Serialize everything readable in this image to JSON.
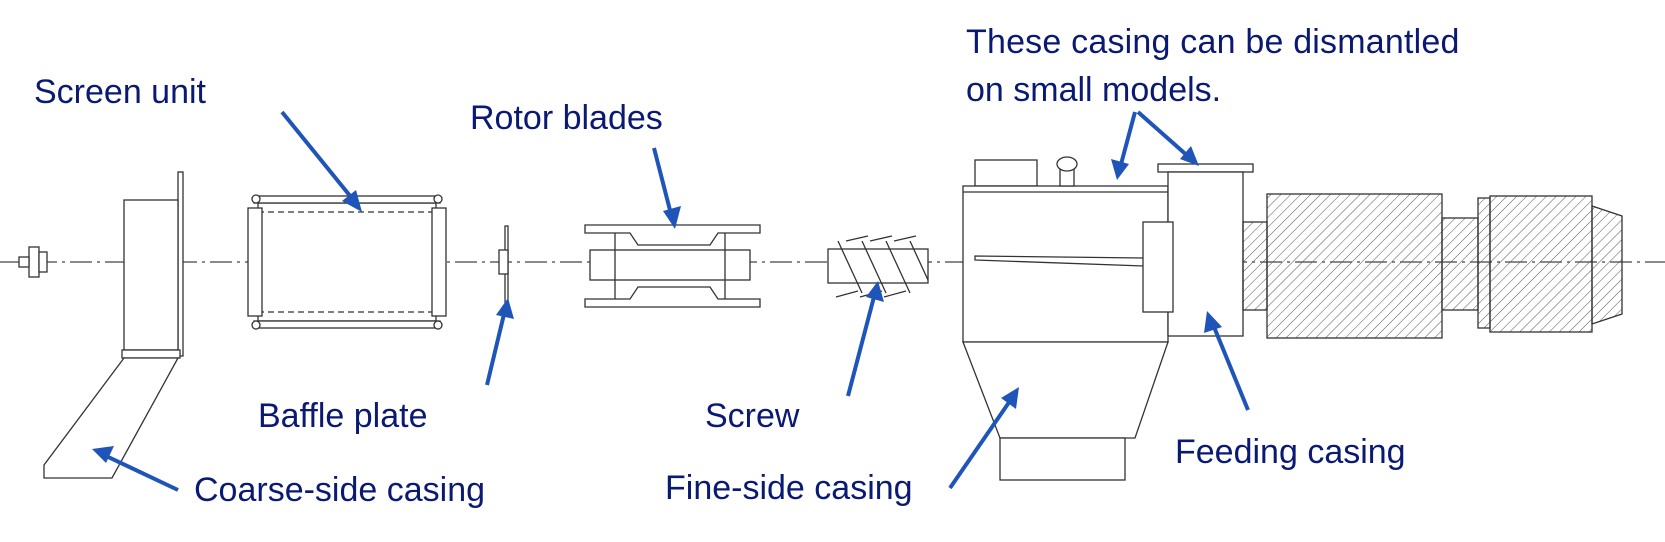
{
  "colors": {
    "label": "#0a1a72",
    "arrow": "#1f55b8",
    "drawing": "#333333"
  },
  "labels": {
    "screen_unit": "Screen unit",
    "rotor_blades": "Rotor blades",
    "casing_note_line1": "These  casing  can  be  dismantled",
    "casing_note_line2": "on small models.",
    "baffle_plate": "Baffle plate",
    "screw": "Screw",
    "feeding_casing": "Feeding casing",
    "coarse_side_casing": "Coarse-side casing",
    "fine_side_casing": "Fine-side casing"
  }
}
